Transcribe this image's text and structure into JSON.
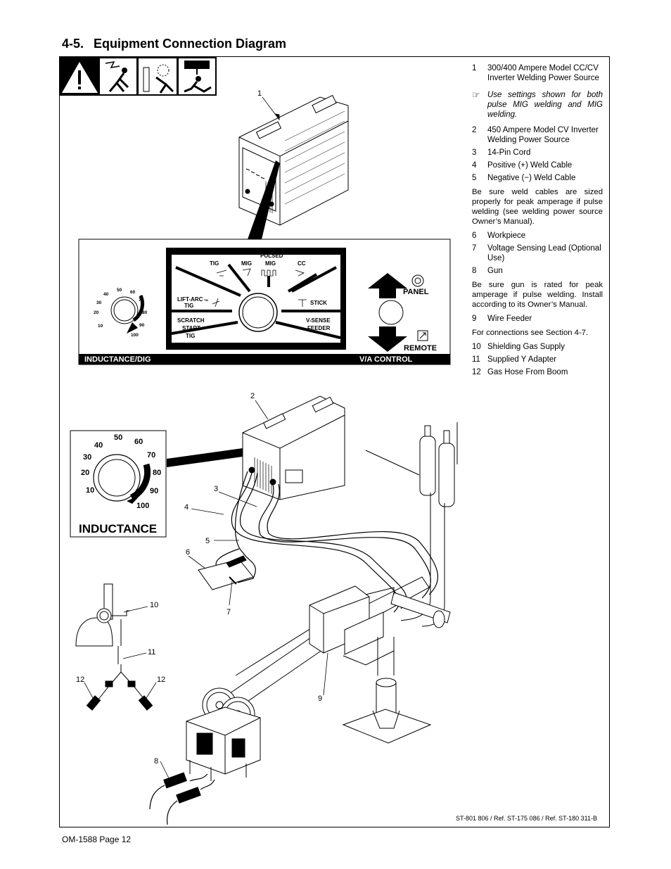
{
  "section": {
    "number": "4-5.",
    "title": "Equipment Connection Diagram"
  },
  "legend": {
    "items_a": [
      {
        "num": "1",
        "text": "300/400 Ampere Model CC/CV Inverter Welding Power Source"
      }
    ],
    "tip_text": "Use settings shown for both pulse MIG welding and MIG welding.",
    "items_b": [
      {
        "num": "2",
        "text": "450 Ampere Model CV Inverter Welding Power Source"
      },
      {
        "num": "3",
        "text": "14-Pin Cord"
      },
      {
        "num": "4",
        "text": "Positive (+) Weld Cable"
      },
      {
        "num": "5",
        "text": "Negative (−) Weld Cable"
      }
    ],
    "note_1": "Be sure weld cables are sized properly for peak amperage if pulse welding (see welding power source Owner’s Manual).",
    "items_c": [
      {
        "num": "6",
        "text": "Workpiece"
      },
      {
        "num": "7",
        "text": "Voltage Sensing Lead (Optional Use)"
      },
      {
        "num": "8",
        "text": "Gun"
      }
    ],
    "note_2": "Be sure gun is rated for peak amperage if pulse welding. Install according to its Owner’s Manual.",
    "items_d": [
      {
        "num": "9",
        "text": "Wire Feeder"
      }
    ],
    "note_3": "For connections see Section 4-7.",
    "items_e": [
      {
        "num": "10",
        "text": "Shielding Gas Supply"
      },
      {
        "num": "11",
        "text": "Supplied Y Adapter"
      },
      {
        "num": "12",
        "text": "Gas Hose From Boom"
      }
    ]
  },
  "panel": {
    "process_labels": {
      "tig": "TIG",
      "mig": "MIG",
      "pulsed_mig_1": "PULSED",
      "pulsed_mig_2": "MIG",
      "cc": "CC",
      "lift_arc_1": "LIFT-ARC",
      "lift_arc_tm": "TM",
      "lift_arc_2": "TIG",
      "stick": "STICK",
      "scratch_1": "SCRATCH",
      "scratch_2": "START",
      "scratch_3": "TIG",
      "vsense_1": "V-SENSE",
      "vsense_2": "FEEDER"
    },
    "panel_label": "PANEL",
    "remote_label": "REMOTE",
    "bar_left": "INDUCTANCE/DIG",
    "bar_right": "V/A CONTROL",
    "dial_ticks": [
      "10",
      "20",
      "30",
      "40",
      "50",
      "60",
      "70",
      "80",
      "90",
      "100"
    ]
  },
  "inductance": {
    "label": "INDUCTANCE",
    "dial_ticks": [
      "10",
      "20",
      "30",
      "40",
      "50",
      "60",
      "70",
      "80",
      "90",
      "100"
    ]
  },
  "callouts": {
    "c1": "1",
    "c2": "2",
    "c3": "3",
    "c4": "4",
    "c5": "5",
    "c6": "6",
    "c7": "7",
    "c8": "8",
    "c9": "9",
    "c10": "10",
    "c11": "11",
    "c12a": "12",
    "c12b": "12"
  },
  "reference": "ST-801 806 / Ref. ST-175 086 / Ref. ST-180 311-B",
  "footer": "OM-1588 Page 12"
}
